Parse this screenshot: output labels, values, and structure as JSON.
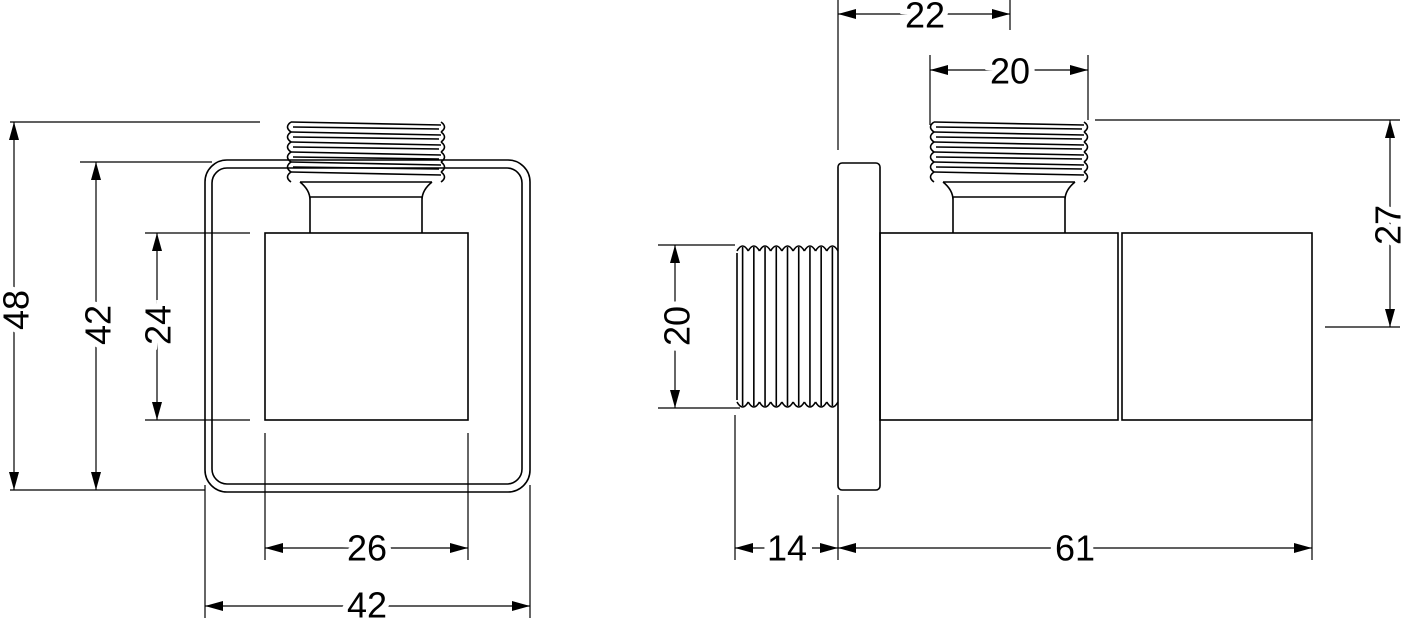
{
  "front_view": {
    "overall_height": "48",
    "plate_height": "42",
    "body_height": "24",
    "body_width": "26",
    "plate_width": "42"
  },
  "side_view": {
    "flange_to_outlet": "22",
    "outlet_thread": "20",
    "outlet_height": "27",
    "inlet_thread": "20",
    "inlet_length": "14",
    "body_length": "61"
  }
}
